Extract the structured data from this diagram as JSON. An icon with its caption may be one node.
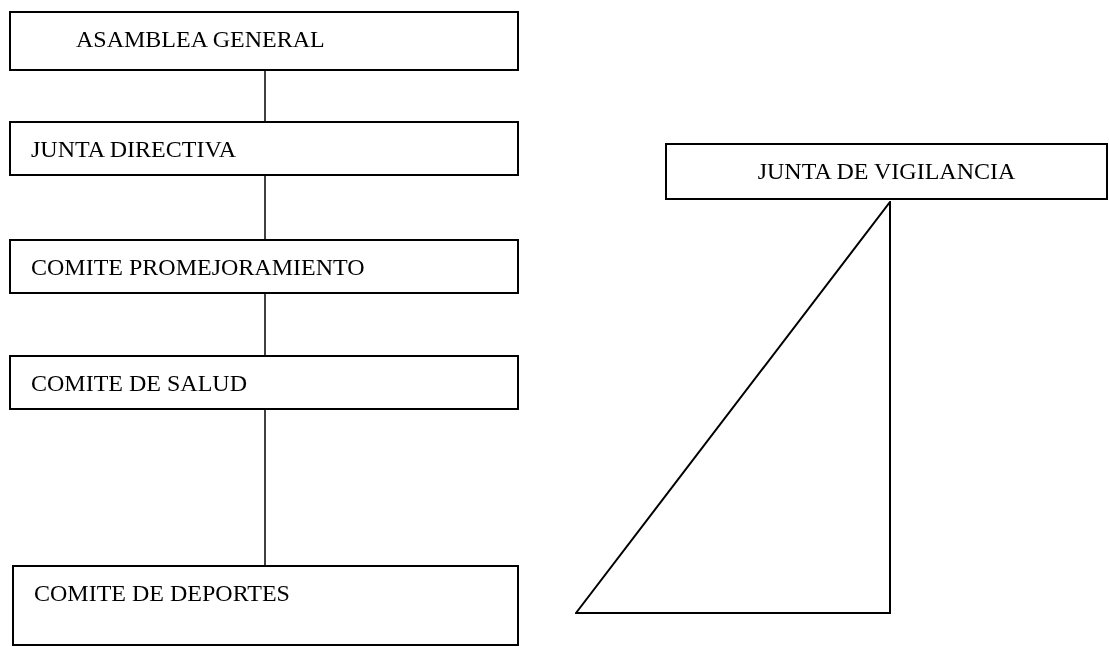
{
  "diagram": {
    "nodes": [
      {
        "text": [
          "ASAMBLEA GENERAL"
        ]
      },
      {
        "text": [
          "JUNTA DIRECTIVA"
        ]
      },
      {
        "text": [
          "COMITE PROMEJORAMIENTO"
        ]
      },
      {
        "text": [
          "COMITE DE SALUD"
        ]
      },
      {
        "text": [
          "COMITE DE DEPORTES"
        ]
      },
      {
        "text": [
          "JUNTA DE VIGILANCIA"
        ]
      },
      {
        "text": [],
        "shape": "triangle"
      }
    ],
    "edges": [
      {
        "from": 0,
        "to": 1,
        "arrow": "none"
      },
      {
        "from": 1,
        "to": 2,
        "arrow": "none"
      },
      {
        "from": 2,
        "to": 3,
        "arrow": "none"
      },
      {
        "from": 3,
        "to": 4,
        "arrow": "none"
      }
    ]
  }
}
